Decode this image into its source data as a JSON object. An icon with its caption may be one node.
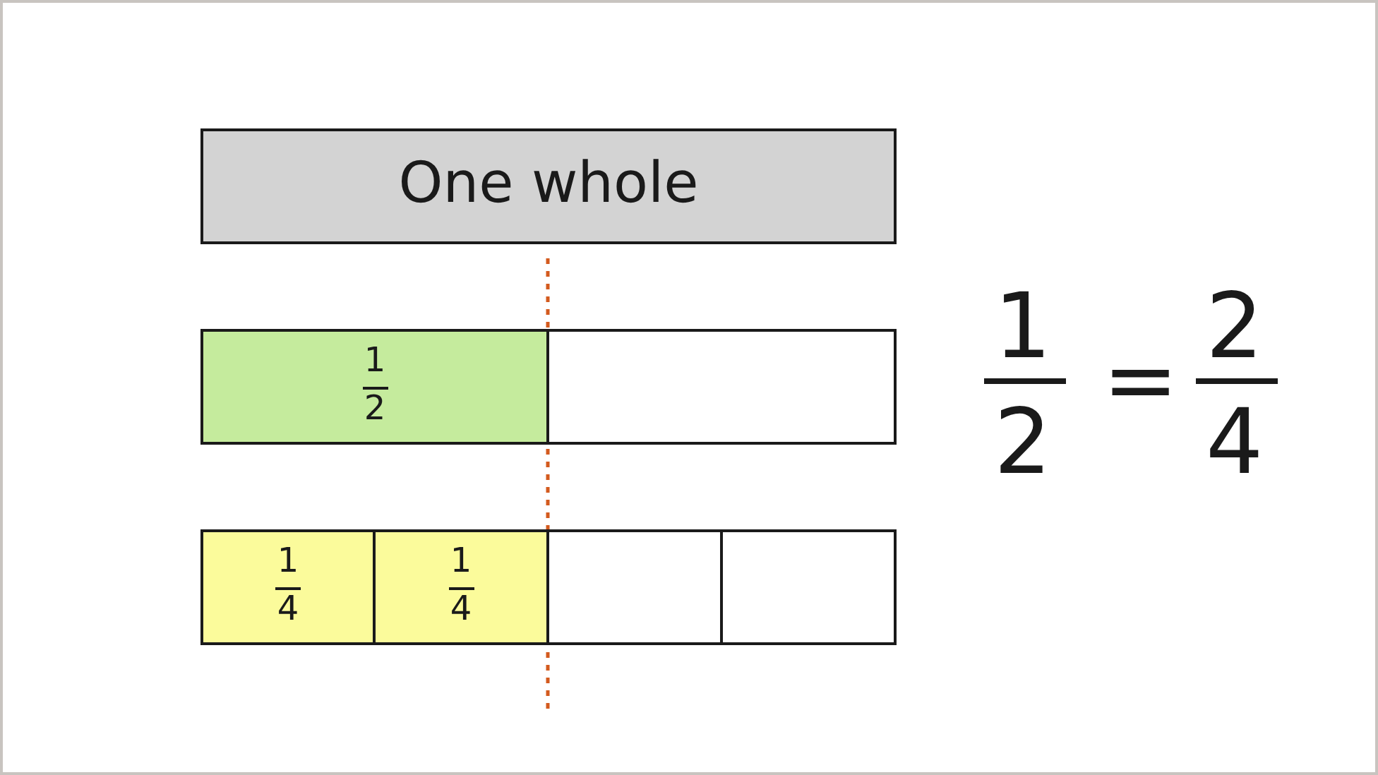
{
  "diagram": {
    "nodes": [
      {
        "text": [
          "One whole"
        ]
      },
      {
        "text": [
          "1",
          "2"
        ]
      },
      {
        "text": [],
        "shape": "box"
      },
      {
        "text": [
          "1",
          "4"
        ]
      },
      {
        "text": [
          "1",
          "4"
        ]
      },
      {
        "text": [],
        "shape": "box"
      },
      {
        "text": [],
        "shape": "box"
      }
    ],
    "edges": [],
    "labels": [
      "1",
      "2",
      "=",
      "2",
      "4"
    ]
  }
}
